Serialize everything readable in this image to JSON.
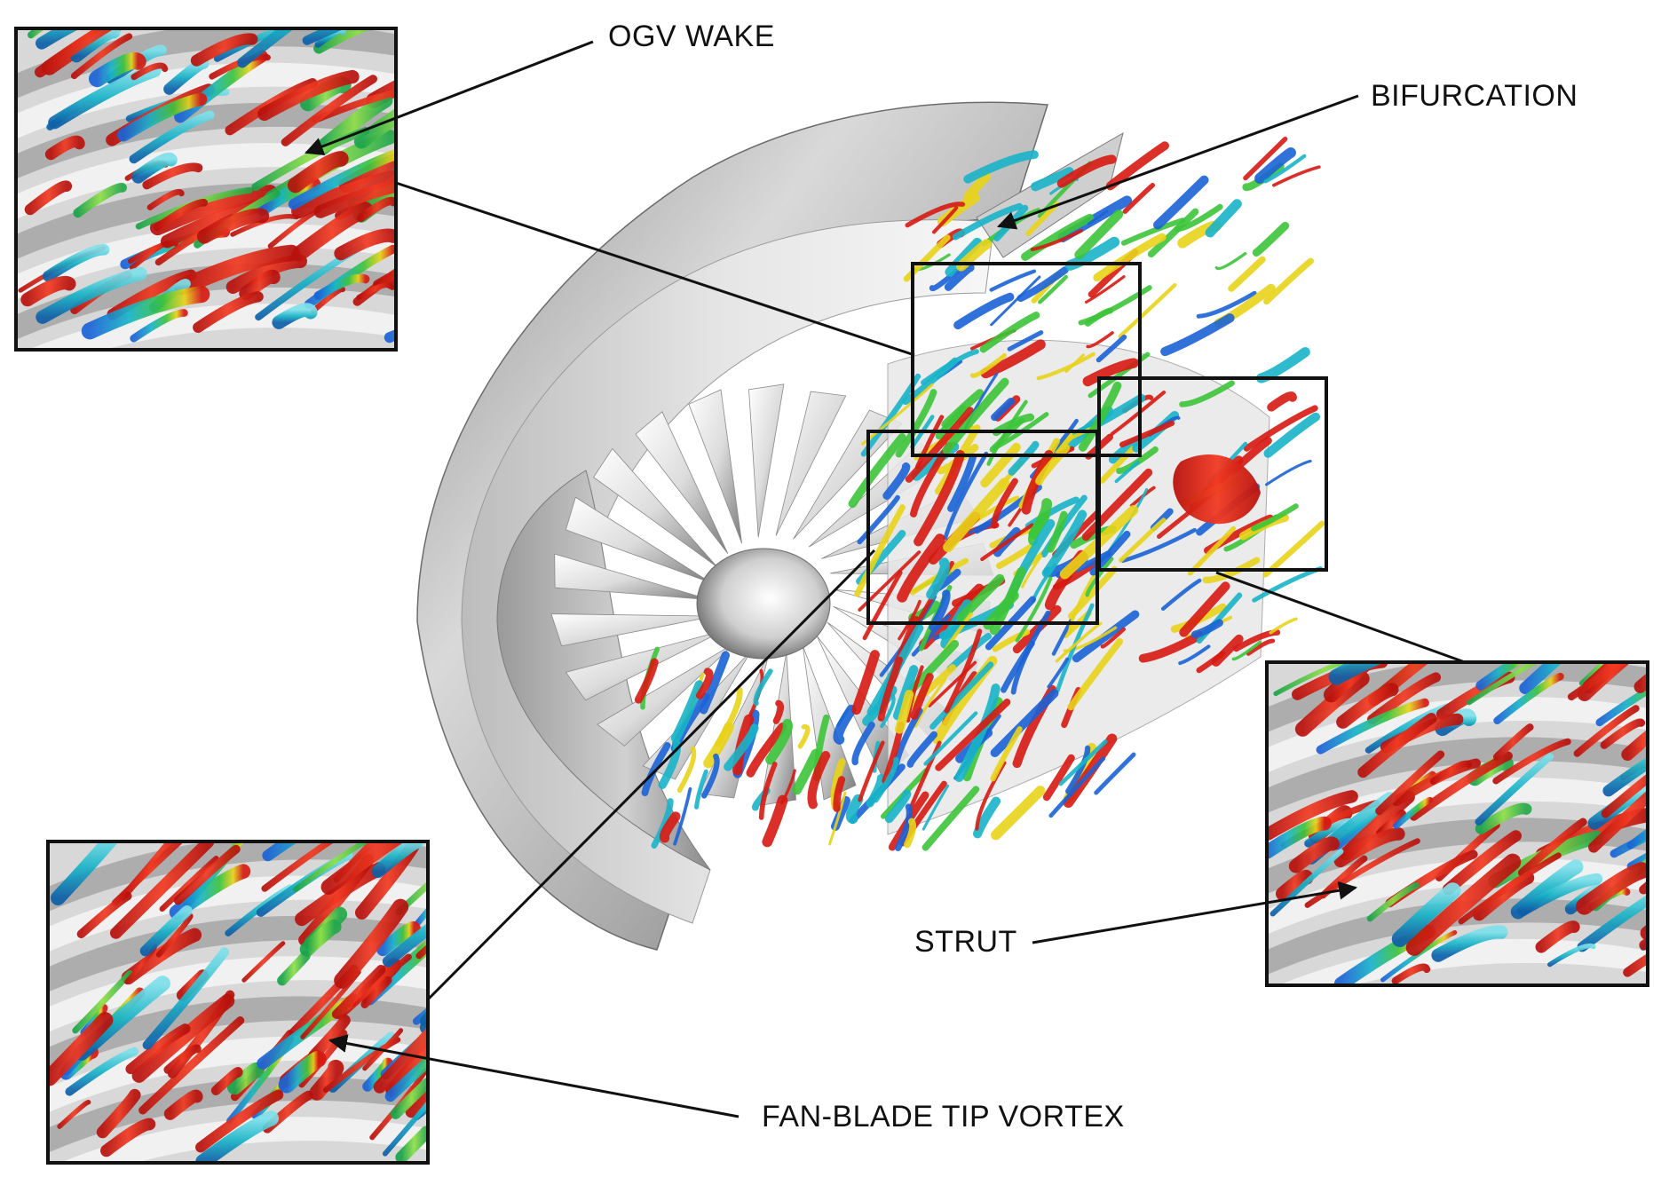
{
  "labels": {
    "ogv_wake": "OGV WAKE",
    "bifurcation": "BIFURCATION",
    "strut": "STRUT",
    "fan_blade_tip_vortex": "FAN-BLADE TIP VORTEX"
  },
  "colors": {
    "background": "#ffffff",
    "line": "#111111",
    "surface_light": "#f2f2f2",
    "surface_mid": "#bdbdbd",
    "surface_dark": "#6e6e6e",
    "iso_red": "#d61a12",
    "iso_green": "#3cc43a",
    "iso_cyan": "#18b4c8",
    "iso_blue": "#1b63d6",
    "iso_yellow": "#e8d31a"
  }
}
